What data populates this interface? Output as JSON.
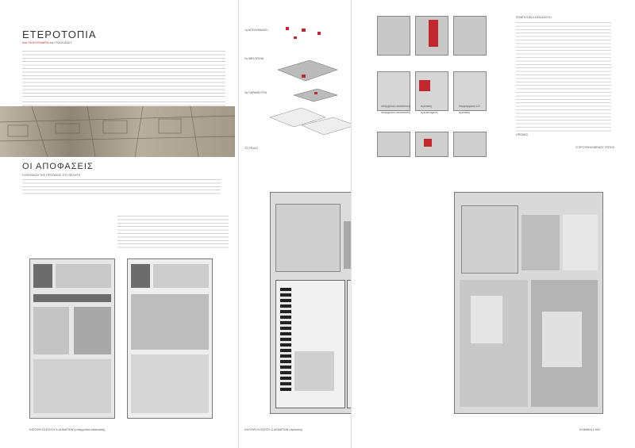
{
  "panel1": {
    "title": "ΕΤΕΡΟΤΟΠΙΑ",
    "subtitle_red": "στα ΤΑ ΚΟΥΜΑΡΙΑ",
    "subtitle_gray": "του FOUCAULT",
    "section2_title": "ΟΙ ΑΠΟΦΑΣΕΙΣ",
    "section2_subtitle": "Η ΑΠΟΦΑΣΗ ΤΗΣ ΠΡΟΤΑΣΗΣ ΤΟΥ ΘΕΛΗΤΗ",
    "caption": "ΚΑΤΟΨΗ ΙΣΟΓΕΙΟΥ & ΔΩΜΑΤΙΩΝ (υπάρχουσα κατάσταση)"
  },
  "panel2": {
    "step_labels": [
      "1η ΑΠΟΛΥΜΑΝΣΗ",
      "2η ΜΕΣΟΠΟΙΑ",
      "3η ΠΑΡΑΜΕΤΡΟΙ"
    ],
    "bottom_label": "ΤΟ ΠΕΔΙΟ",
    "caption": "ΚΑΤΟΨΗ ΙΣΟΓΕΙΟΥ & ΔΩΜΑΤΙΩΝ (πρόταση)"
  },
  "panel3": {
    "row_labels": [
      "υπάρχουσα κατάσταση",
      "πρόταση",
      "υπάρχουσα κατάσταση",
      "προτεινόμενη",
      "διαγράμματα 1/2",
      "πρόταση"
    ],
    "legend_title": "ΡΟΜΠΟΤΙΚΟΙ ΚΑΤΑΣΚΕΥΗ",
    "red_note": "ΟΡΙΣΜΟΙ",
    "footer_red": "Ο ΠΡΟΤΕΙΝΟΜΕΝΟΣ ΤΟΠΟΣ",
    "caption": "ΚΛΙΜΑΚΑ 1:500"
  }
}
